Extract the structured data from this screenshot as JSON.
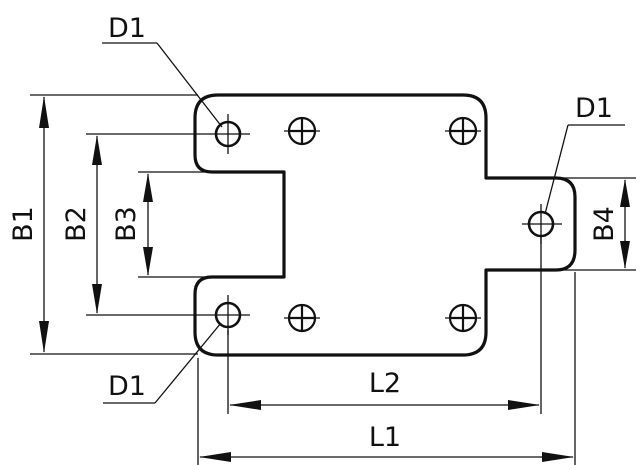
{
  "labels": {
    "d1_top": "D1",
    "d1_right": "D1",
    "d1_bottom": "D1",
    "b1": "B1",
    "b2": "B2",
    "b3": "B3",
    "b4": "B4",
    "l1": "L1",
    "l2": "L2"
  },
  "colors": {
    "ink": "#111111",
    "background": "#ffffff"
  },
  "icons": {
    "mounting_hole": "circle-hole-icon",
    "screw": "cross-screw-icon"
  }
}
